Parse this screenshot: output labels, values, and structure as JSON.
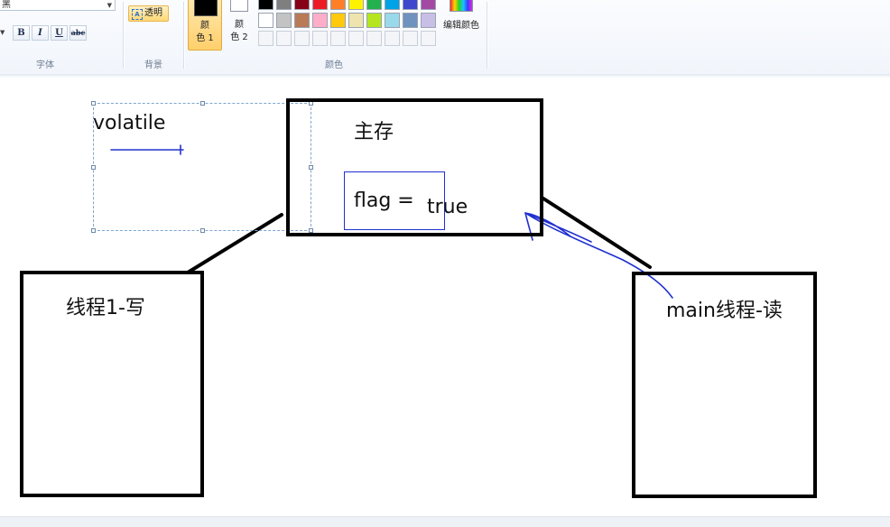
{
  "ribbon": {
    "font_name": "黑",
    "format_buttons": {
      "bold": "B",
      "italic": "I",
      "underline": "U",
      "strikethrough": "abc"
    },
    "transparent_label": "透明",
    "color1_label_top": "颜",
    "color1_label_bottom": "色 1",
    "color2_label_top": "颜",
    "color2_label_bottom": "色 2",
    "edit_colors_label": "编辑颜色",
    "group_labels": {
      "font": "字体",
      "background": "背景",
      "colors": "颜色"
    },
    "palette_row1": [
      "#000000",
      "#7f7f7f",
      "#880015",
      "#ed1c24",
      "#ff7f27",
      "#fff200",
      "#22b14c",
      "#00a2e8",
      "#3f48cc",
      "#a349a4"
    ],
    "palette_row2": [
      "#ffffff",
      "#c3c3c3",
      "#b97a57",
      "#ffaec9",
      "#ffc90e",
      "#efe4b0",
      "#b5e61d",
      "#99d9ea",
      "#7092be",
      "#c8bfe7"
    ],
    "accent_color": "#ffd874"
  },
  "canvas": {
    "volatile_text": "volatile",
    "main_memory_text": "主存",
    "flag_text": "flag =",
    "true_text": "true",
    "thread1_text": "线程1-写",
    "main_thread_text": "main线程-读",
    "stroke_color": "#000000",
    "pen_color": "#2030d0"
  }
}
